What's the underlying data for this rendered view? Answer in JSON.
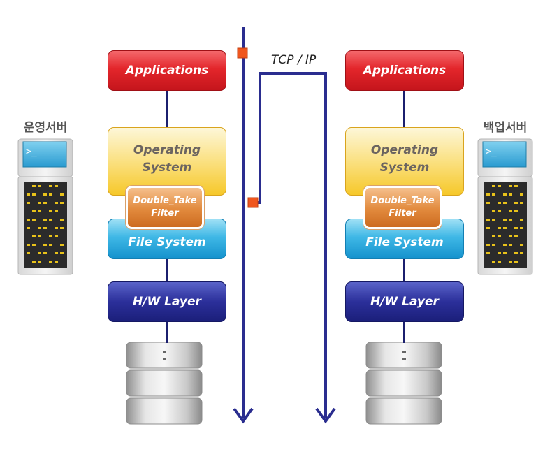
{
  "left": {
    "server_label": "운영서버",
    "applications": "Applications",
    "os_line1": "Operating",
    "os_line2": "System",
    "filter_line1": "Double_Take",
    "filter_line2": "Filter",
    "file_system": "File System",
    "hw_layer": "H/W Layer"
  },
  "right": {
    "server_label": "백업서버",
    "applications": "Applications",
    "os_line1": "Operating",
    "os_line2": "System",
    "filter_line1": "Double_Take",
    "filter_line2": "Filter",
    "file_system": "File System",
    "hw_layer": "H/W Layer"
  },
  "link_label": "TCP / IP",
  "colors": {
    "applications": "#e3262b",
    "operating_system": "#f6c82a",
    "filter": "#e28a3d",
    "file_system": "#3fb8e6",
    "hw_layer": "#2b2f9a",
    "flow_line": "#2a2d8f",
    "marker": "#f0561e"
  },
  "icons": [
    "server-tower-icon",
    "disk-stack-icon",
    "arrow-down-icon"
  ]
}
